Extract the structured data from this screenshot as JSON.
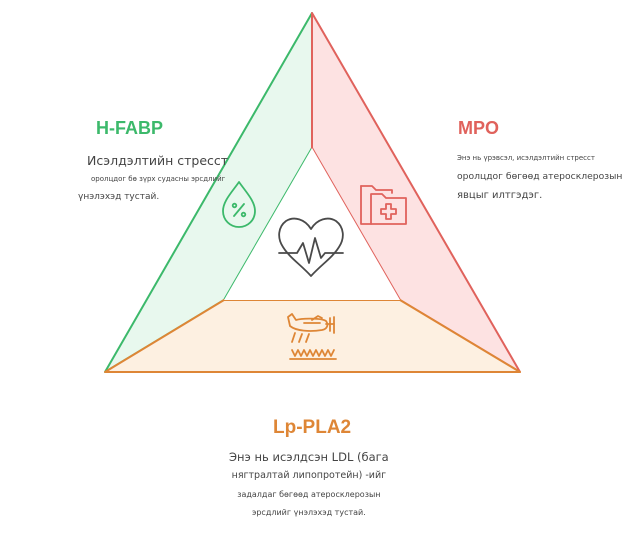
{
  "hfabp": {
    "title": "H-FABP",
    "lines": [
      "Исэлдэлтийн стресст",
      "оролцдог бө зүрх судасны эрсдлийг",
      "үнэлэхэд тустай."
    ]
  },
  "mpo": {
    "title": "MPO",
    "lines": [
      "Энэ нь үрэвсэл, исэлдэлтийн стресст",
      "оролцдог бөгөөд атеросклерозын",
      "явцыг илтгэдэг."
    ]
  },
  "lppla2": {
    "title": "Lp-PLA2",
    "lines": [
      "Энэ нь исэлдсэн LDL (бага",
      "нягтралтай липопротейн) -ийг",
      "задалдаг бөгөөд атеросклерозын",
      "эрсдлийг үнэлэхэд тустай."
    ]
  },
  "colors": {
    "green": "#3cb96b",
    "green_fill": "#e8f8ee",
    "red": "#e0625c",
    "red_fill": "#fde2e2",
    "orange": "#de8636",
    "orange_fill": "#fdf0e1",
    "dark_icon": "#4a4a4a"
  },
  "icons": {
    "left": "percent-drop-icon",
    "right": "medical-folder-icon",
    "bottom": "crop-duster-plane-icon",
    "center": "heartbeat-icon"
  }
}
